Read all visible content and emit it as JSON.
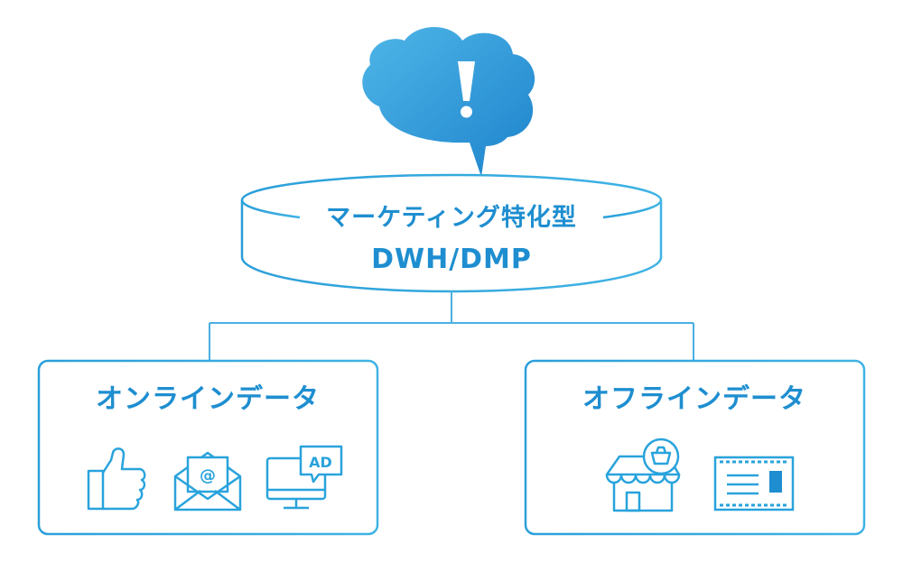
{
  "db": {
    "line1": "マーケティング特化型",
    "line2": "DWH/DMP"
  },
  "online": {
    "title": "オンラインデータ",
    "icons": [
      "thumbs-up-icon",
      "email-icon",
      "ad-monitor-icon"
    ],
    "ad_text": "AD",
    "at_text": "@"
  },
  "offline": {
    "title": "オフラインデータ",
    "icons": [
      "shop-basket-icon",
      "postcard-icon"
    ]
  },
  "colors": {
    "primary": "#1e88c8",
    "stroke": "#29a3dc",
    "text": "#1e8ed0",
    "bubble_light": "#4fb6e8",
    "bubble_dark": "#1d83cc"
  }
}
